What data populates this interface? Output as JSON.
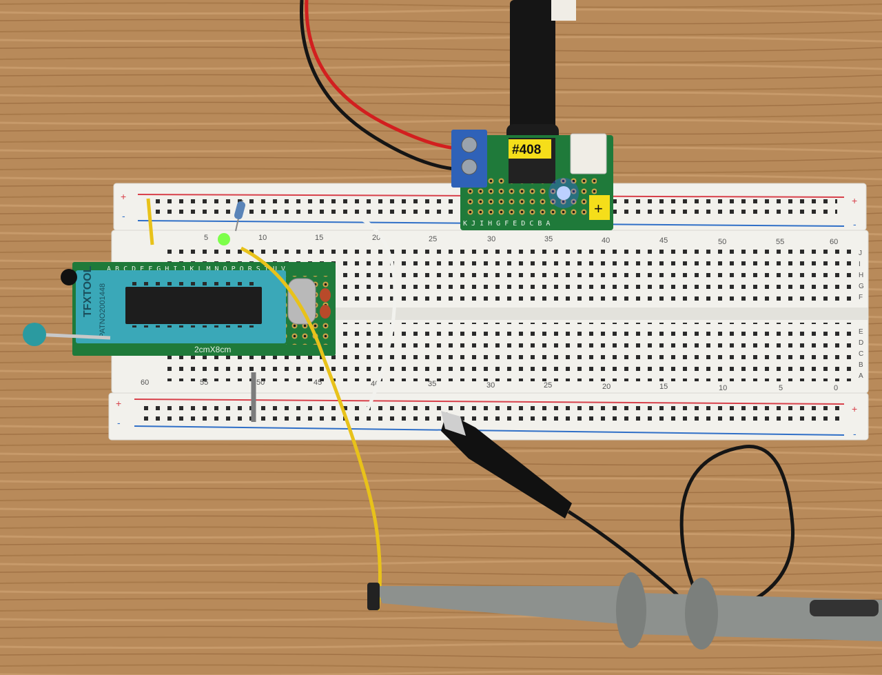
{
  "scene": {
    "breadboard": {
      "top_column_numbers": [
        "5",
        "10",
        "15",
        "20",
        "25",
        "30",
        "35",
        "40",
        "45",
        "50",
        "55",
        "60"
      ],
      "bottom_column_numbers": [
        "60",
        "55",
        "50",
        "45",
        "40",
        "35",
        "30",
        "25",
        "20",
        "15",
        "10",
        "5",
        "0"
      ],
      "row_letters_right_top": [
        "J",
        "I",
        "H",
        "G",
        "F"
      ],
      "row_letters_right_bottom": [
        "E",
        "D",
        "C",
        "B",
        "A"
      ],
      "rail_plus": "+",
      "rail_minus": "-"
    },
    "power_module": {
      "label": "#408",
      "column_letters": "K J I H G F E D C B A"
    },
    "zif_board": {
      "brand": "TFXTOOL",
      "part": "PATNO2001448",
      "size_label": "2cmX8cm",
      "top_letters": "A B C D E F G H I J K L M N O P Q R S T U V"
    },
    "colors": {
      "wood": "#b88a5a",
      "breadboard": "#f2f1ec",
      "rail_red": "#d8404a",
      "rail_blue": "#2f6fc7",
      "pcb_green": "#1f7a3a",
      "zif_teal": "#3aa8b8",
      "wire_yellow": "#e8c21a",
      "wire_red": "#d21f1f",
      "led_blue": "#3a5cff",
      "led_green": "#7dff4a",
      "probe_gray": "#8d918e"
    },
    "icons": [
      "led-icon",
      "probe-icon",
      "alligator-clip-icon",
      "chip-icon"
    ]
  }
}
